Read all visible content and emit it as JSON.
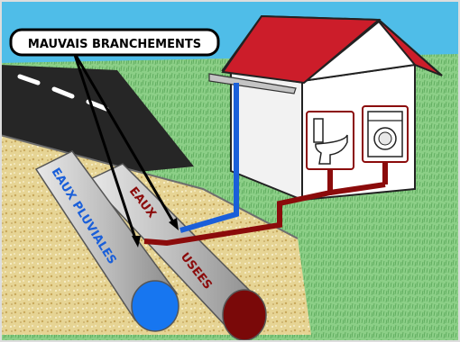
{
  "callout": {
    "text": "MAUVAIS BRANCHEMENTS"
  },
  "pipes": {
    "rainwater_label": "EAUX PLUVIALES",
    "wastewater_label_1": "EAUX",
    "wastewater_label_2": "USEES"
  },
  "colors": {
    "sky": "#4fbde8",
    "grass": "#8ccf87",
    "trench": "#e3cf8a",
    "road": "#262626",
    "roof": "#cc1d2a",
    "wall": "#ffffff",
    "rain_pipe": "#1a5fd9",
    "waste_pipe": "#8b0b0b",
    "pipe_body": "#c8c8c8"
  },
  "icons": [
    "toilet-icon",
    "washing-machine-icon",
    "arrow-icon"
  ]
}
